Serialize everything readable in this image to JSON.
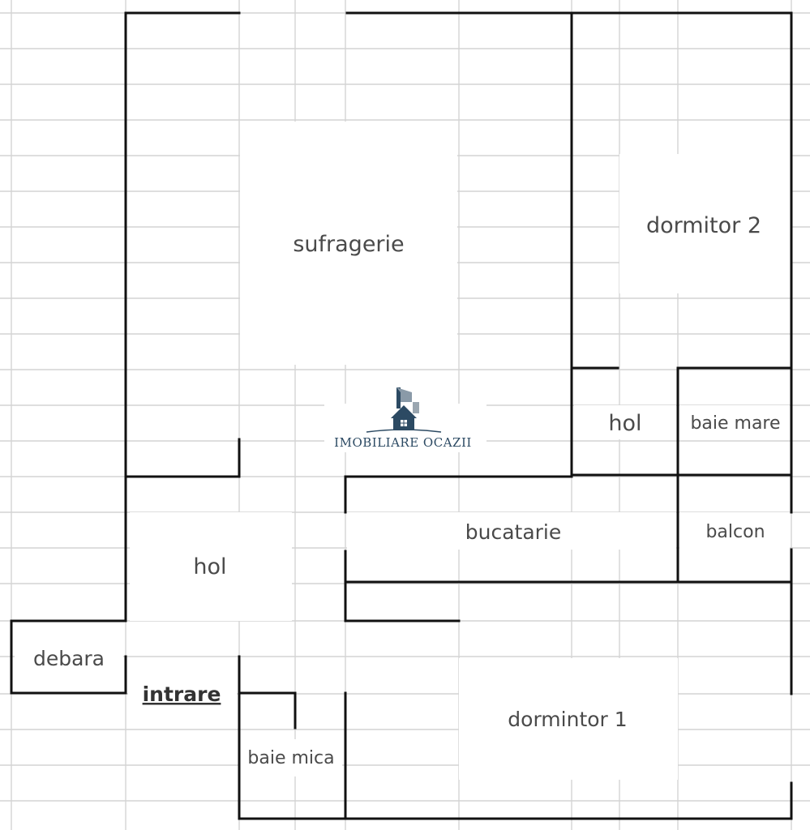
{
  "floor_plan": {
    "rooms": {
      "sufragerie": "sufragerie",
      "dormitor_2": "dormitor 2",
      "hol_upper": "hol",
      "baie_mare": "baie mare",
      "hol_lower": "hol",
      "bucatarie": "bucatarie",
      "balcon": "balcon",
      "debara": "debara",
      "intrare": "intrare",
      "baie_mica": "baie mica",
      "dormintor_1": "dormintor 1"
    }
  },
  "watermark": {
    "text": "IMOBILIARE OCAZII",
    "icon": "house-logo-icon"
  },
  "colors": {
    "wall": "#111111",
    "grid": "#d4d4d4",
    "label": "#4a4a4a",
    "logo": "#2c4a63"
  }
}
